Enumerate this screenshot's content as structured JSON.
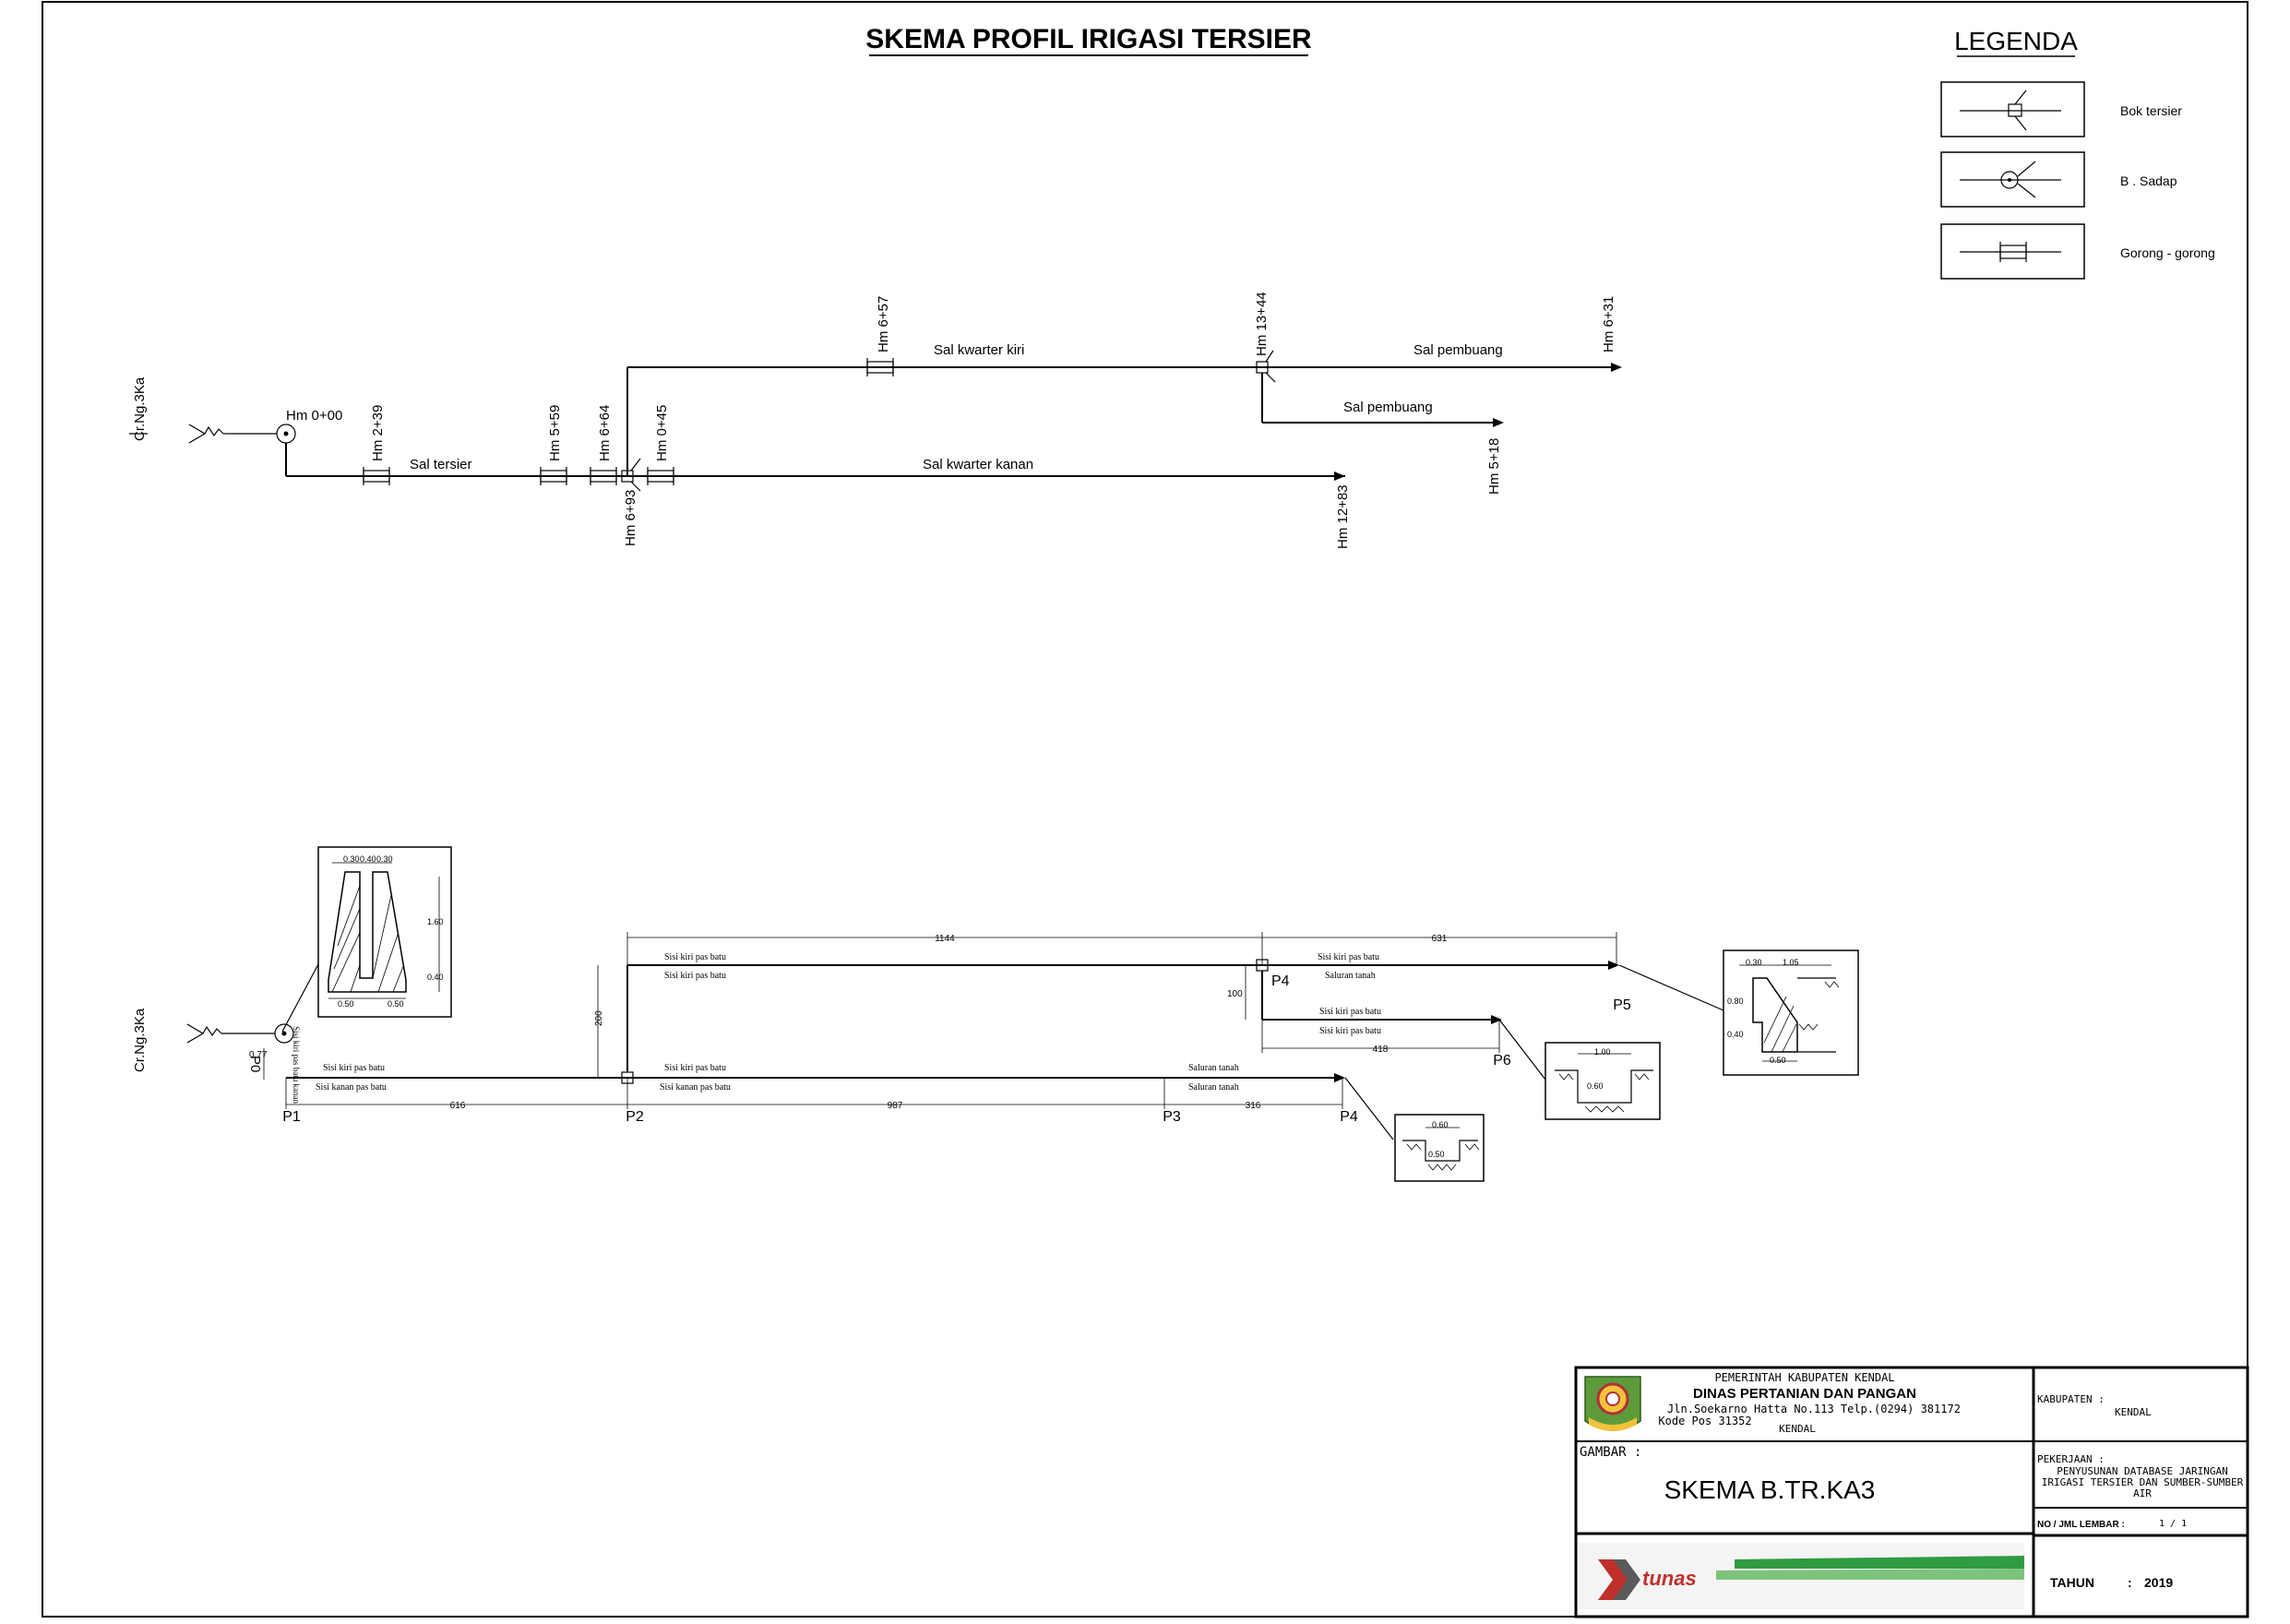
{
  "title": "SKEMA PROFIL IRIGASI TERSIER",
  "legend": {
    "heading": "LEGENDA",
    "items": [
      {
        "label": "Bok tersier",
        "icon": "bok-tersier-icon"
      },
      {
        "label": "B . Sadap",
        "icon": "bangunan-sadap-icon"
      },
      {
        "label": "Gorong - gorong",
        "icon": "gorong-gorong-icon"
      }
    ]
  },
  "upper_scheme": {
    "source_label": "Cr.Ng.3Ka",
    "stations": {
      "hm_0_00": "Hm 0+00",
      "hm_2_39": "Hm 2+39",
      "hm_5_59": "Hm 5+59",
      "hm_6_64": "Hm 6+64",
      "hm_0_45": "Hm 0+45",
      "hm_6_93": "Hm 6+93",
      "hm_6_57": "Hm 6+57",
      "hm_13_44": "Hm 13+44",
      "hm_6_31": "Hm 6+31",
      "hm_5_18": "Hm 5+18",
      "hm_12_83": "Hm 12+83"
    },
    "channels": {
      "sal_tersier": "Sal tersier",
      "sal_kwarter_kiri": "Sal kwarter kiri",
      "sal_kwarter_kanan": "Sal kwarter kanan",
      "sal_pembuang_1": "Sal pembuang",
      "sal_pembuang_2": "Sal pembuang"
    }
  },
  "lower_scheme": {
    "source_label": "Cr.Ng.3Ka",
    "points": {
      "p0": "P0",
      "p1": "P1",
      "p2": "P2",
      "p3": "P3",
      "p4_bottom": "P4",
      "p4_top": "P4",
      "p5": "P5",
      "p6": "P6"
    },
    "dimensions": {
      "d616": "616",
      "d987": "987",
      "d316": "316",
      "d1144": "1144",
      "d631": "631",
      "d418": "418",
      "d200": "200",
      "d100": "100",
      "d077": "0.77"
    },
    "side_labels": {
      "kiri_pas_batu": "Sisi kiri pas batu",
      "kanan_pas_batu": "Sisi kanan pas batu",
      "saluran_tanah": "Saluran tanah",
      "p0_vertical": "Sisi kiri pas batu kanan"
    },
    "sections": {
      "s1": {
        "top": "0.30",
        "mid": "0.40",
        "right": "0.30",
        "h1": "1.60",
        "h2": "0.40",
        "b1": "0.50",
        "b2": "0.50"
      },
      "s2": {
        "top": "0.60",
        "h": "0.50"
      },
      "s3": {
        "top": "1.00",
        "h": "0.60"
      },
      "s4": {
        "a": "0.30",
        "b": "1.05",
        "h1": "0.80",
        "h2": "0.40",
        "base": "0.50"
      }
    }
  },
  "title_block": {
    "agency_line1": "PEMERINTAH KABUPATEN KENDAL",
    "agency_line2": "DINAS PERTANIAN DAN PANGAN",
    "address1": "Jln.Soekarno Hatta No.113 Telp.(0294) 381172",
    "address2": "Kode Pos 31352",
    "city": "KENDAL",
    "gambar_label": "GAMBAR :",
    "drawing_name": "SKEMA B.TR.KA3",
    "kabupaten_label": "KABUPATEN :",
    "kabupaten_value": "KENDAL",
    "pekerjaan_label": "PEKERJAAN :",
    "pekerjaan_line1": "PENYUSUNAN DATABASE JARINGAN",
    "pekerjaan_line2": "IRIGASI TERSIER DAN SUMBER-SUMBER",
    "pekerjaan_line3": "AIR",
    "lembar_label": "NO / JML LEMBAR :",
    "lembar_value": "1 / 1",
    "tahun_label": "TAHUN",
    "tahun_sep": ":",
    "tahun_value": "2019",
    "consultant_logo": "tunas"
  }
}
